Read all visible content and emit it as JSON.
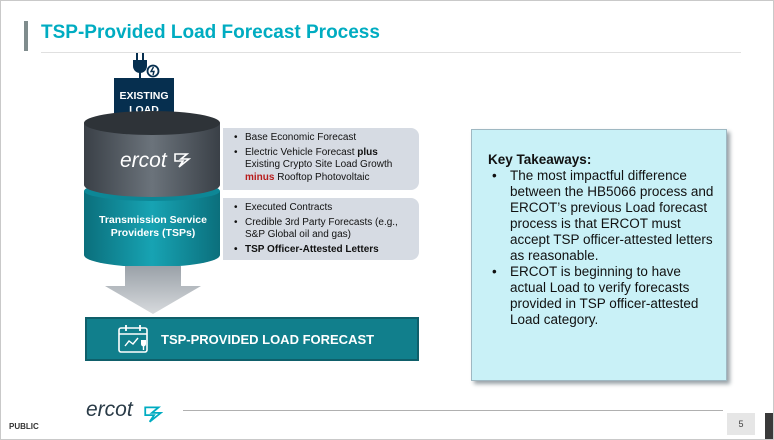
{
  "slide": {
    "title": "TSP-Provided Load Forecast Process",
    "existing_load": "EXISTING LOAD",
    "ercot_label": "ercot",
    "tsp_label": "Transmission Service Providers (TSPs)",
    "forecast_button": "TSP-PROVIDED LOAD FORECAST",
    "ercot_bullets": {
      "item1": "Base Economic Forecast",
      "item2_pre": "Electric Vehicle Forecast ",
      "item2_bold": "plus",
      "item2_mid": " Existing Crypto Site Load Growth ",
      "item2_red": "minus",
      "item2_post": " Rooftop Photovoltaic"
    },
    "tsp_bullets": {
      "item1": "Executed Contracts",
      "item2": "Credible 3rd Party Forecasts (e.g., S&P Global oil and gas)",
      "item3": "TSP Officer-Attested Letters"
    },
    "takeaways": {
      "heading": "Key Takeaways:",
      "item1": "The most impactful difference between the HB5066 process and ERCOT’s previous Load forecast process is that ERCOT must accept TSP officer-attested letters as reasonable.",
      "item2": "ERCOT is beginning to have actual Load to verify forecasts provided in TSP officer-attested Load category."
    }
  },
  "footer": {
    "public": "PUBLIC",
    "logo": "ercot",
    "page": "5"
  },
  "colors": {
    "title": "#00acc1",
    "navy": "#062f4f",
    "teal": "#117f8c",
    "takeaway_bg": "#c9f1f7"
  },
  "icons": [
    "plug-icon",
    "ercot-symbol-icon",
    "calendar-power-icon",
    "down-arrow-icon"
  ]
}
